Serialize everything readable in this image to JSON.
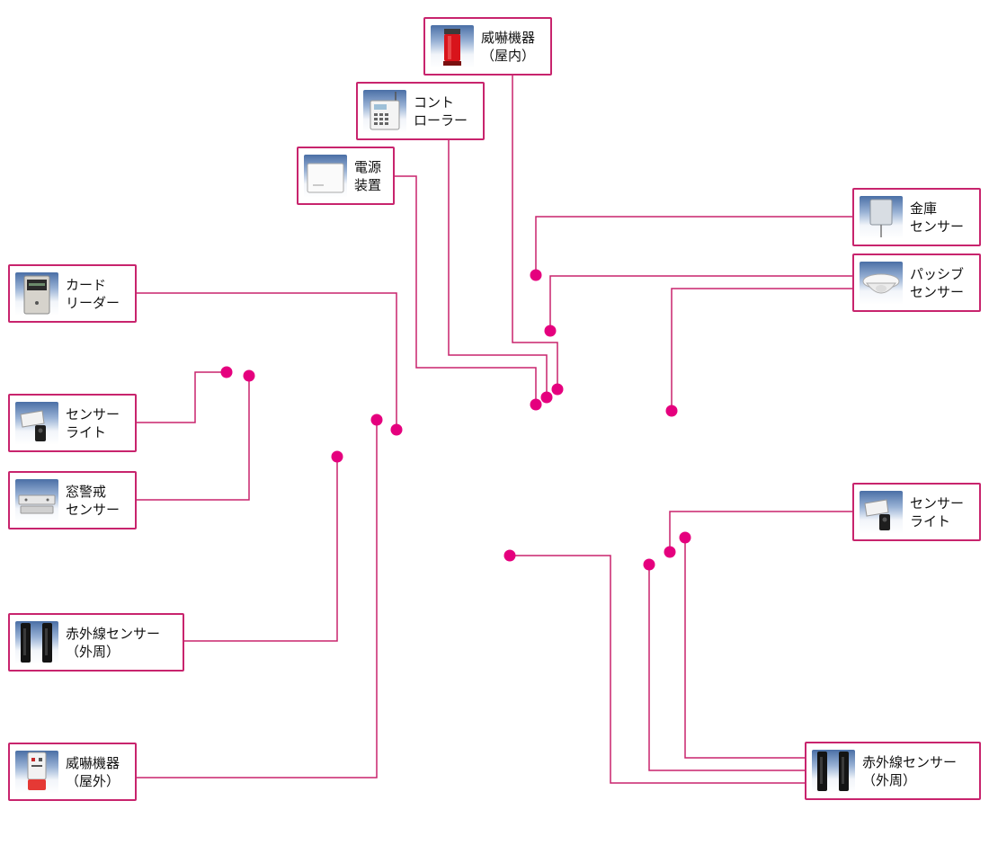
{
  "accent_color": "#e5007e",
  "frame_color": "#c8246d",
  "devices": {
    "threat_indoor": {
      "icon": "red-rotating-siren-icon",
      "line1": "威嚇機器",
      "line2": "（屋内）"
    },
    "controller": {
      "icon": "control-panel-icon",
      "line1": "コント",
      "line2": "ローラー"
    },
    "power_unit": {
      "icon": "power-supply-box-icon",
      "line1": "電源",
      "line2": "装置"
    },
    "card_reader": {
      "icon": "card-reader-icon",
      "line1": "カード",
      "line2": "リーダー"
    },
    "sensor_light_l": {
      "icon": "sensor-light-icon",
      "line1": "センサー",
      "line2": "ライト"
    },
    "window_sensor": {
      "icon": "window-sensor-icon",
      "line1": "窓警戒",
      "line2": "センサー"
    },
    "ir_sensor_l": {
      "icon": "infrared-beam-sensor-icon",
      "line1": "赤外線センサー",
      "line2": "（外周）"
    },
    "threat_outdoor": {
      "icon": "outdoor-siren-icon",
      "line1": "威嚇機器",
      "line2": "（屋外）"
    },
    "safe_sensor": {
      "icon": "safe-sensor-icon",
      "line1": "金庫",
      "line2": "センサー"
    },
    "passive_sensor": {
      "icon": "passive-dome-sensor-icon",
      "line1": "パッシブ",
      "line2": "センサー"
    },
    "sensor_light_r": {
      "icon": "sensor-light-icon",
      "line1": "センサー",
      "line2": "ライト"
    },
    "ir_sensor_r": {
      "icon": "infrared-beam-sensor-icon",
      "line1": "赤外線センサー",
      "line2": "（外周）"
    }
  }
}
